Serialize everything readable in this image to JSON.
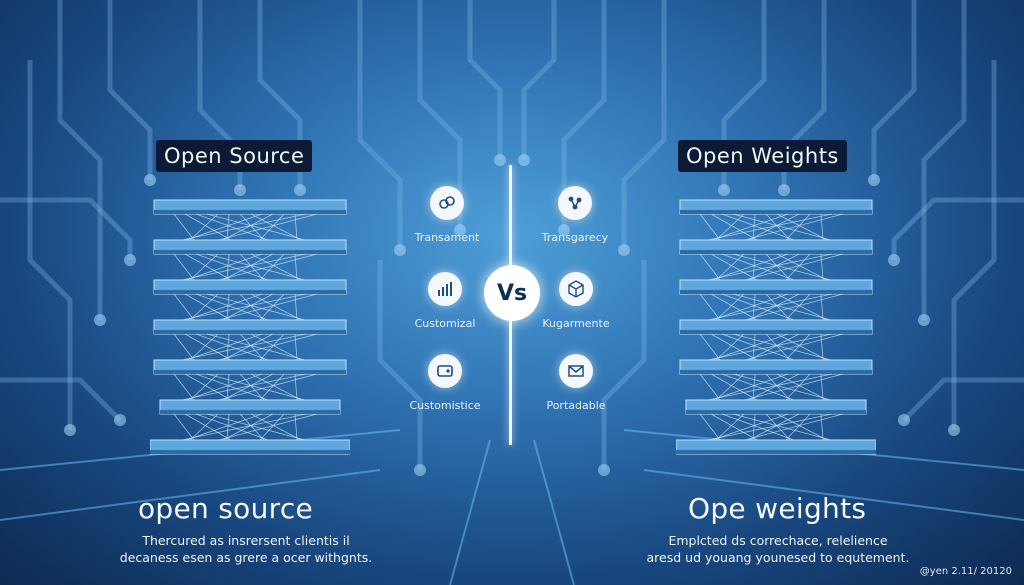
{
  "left": {
    "title": "Open Source",
    "features": [
      {
        "label": "Transament",
        "icon": "link-icon"
      },
      {
        "label": "Customizal",
        "icon": "bar-chart-icon"
      },
      {
        "label": "Customistice",
        "icon": "wallet-icon"
      }
    ],
    "bottom_title": "open source",
    "description_lines": [
      "Thercured as insrersent clientis il",
      "decaness esen as grere a ocer withgnts."
    ]
  },
  "right": {
    "title": "Open Weights",
    "features": [
      {
        "label": "Transgarecy",
        "icon": "molecule-icon"
      },
      {
        "label": "Kugarmente",
        "icon": "cube-icon"
      },
      {
        "label": "Portadable",
        "icon": "envelope-icon"
      }
    ],
    "bottom_title": "Ope weights",
    "description_lines": [
      "Emplcted ds correchace, relelience",
      "aresd ud youang younesed to equtement."
    ]
  },
  "center": {
    "badge": "Vs"
  },
  "watermark": "@yen 2.11/ 20120",
  "colors": {
    "background_center": "#4f9fd8",
    "background_edge": "#0d2a52",
    "title_pill": "#0c1a35",
    "accent": "#ffffff"
  }
}
